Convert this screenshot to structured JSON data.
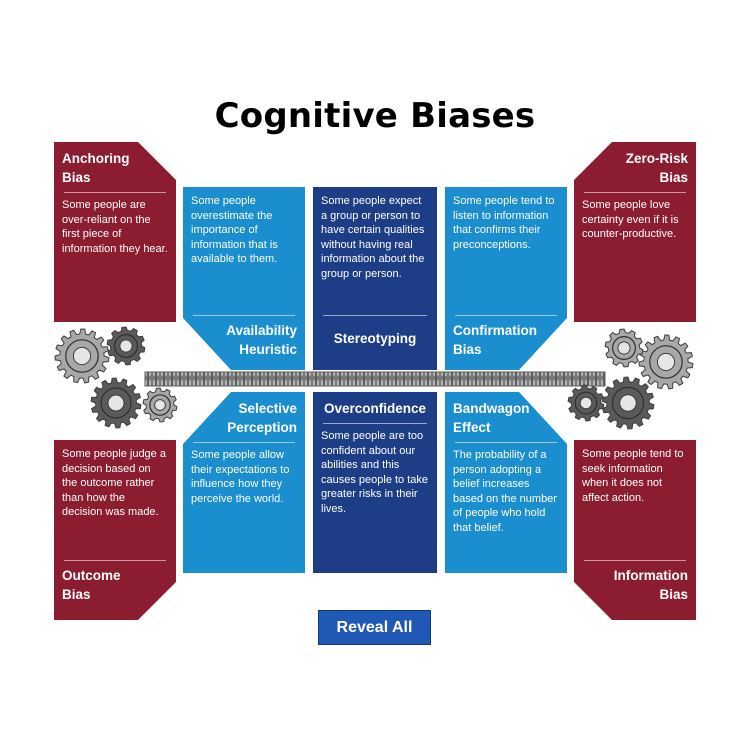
{
  "title": "Cognitive Biases",
  "colors": {
    "red": "#8c1c30",
    "cyan": "#1a8ecf",
    "navy": "#1d3d86",
    "button": "#2058b6",
    "gear_dark": "#5a5a5a",
    "gear_light": "#a8a8a8"
  },
  "cards": {
    "anchoring": {
      "label": "Anchoring Bias",
      "desc": "Some people are over-reliant on the first piece of information they hear."
    },
    "availability": {
      "label": "Availability Heuristic",
      "desc": "Some people overestimate the importance of information that is available to them."
    },
    "stereotyping": {
      "label": "Stereotyping",
      "desc": "Some people expect a group or person to have certain qualities without having real information about the group or person."
    },
    "confirmation": {
      "label": "Confirmation Bias",
      "desc": "Some people tend to listen to information that confirms their preconceptions."
    },
    "zero_risk": {
      "label": "Zero-Risk Bias",
      "desc": "Some people love certainty even if it is counter-productive."
    },
    "outcome": {
      "label": "Outcome Bias",
      "desc": "Some people judge a decision based on the outcome rather than how the decision was made."
    },
    "selective": {
      "label": "Selective Perception",
      "desc": "Some people allow their expectations to influence how they perceive the world."
    },
    "overconfidence": {
      "label": "Overconfidence",
      "desc": "Some people are too confident about our abilities and this causes people to take greater risks in their lives."
    },
    "bandwagon": {
      "label": "Bandwagon Effect",
      "desc": "The probability of a person adopting a belief increases based on the number of people who hold that belief."
    },
    "information": {
      "label": "Information Bias",
      "desc": "Some people tend to seek information when it does not affect action."
    }
  },
  "reveal_label": "Reveal All",
  "icons": {
    "gear": "gear-icon",
    "chain": "chain-icon"
  }
}
